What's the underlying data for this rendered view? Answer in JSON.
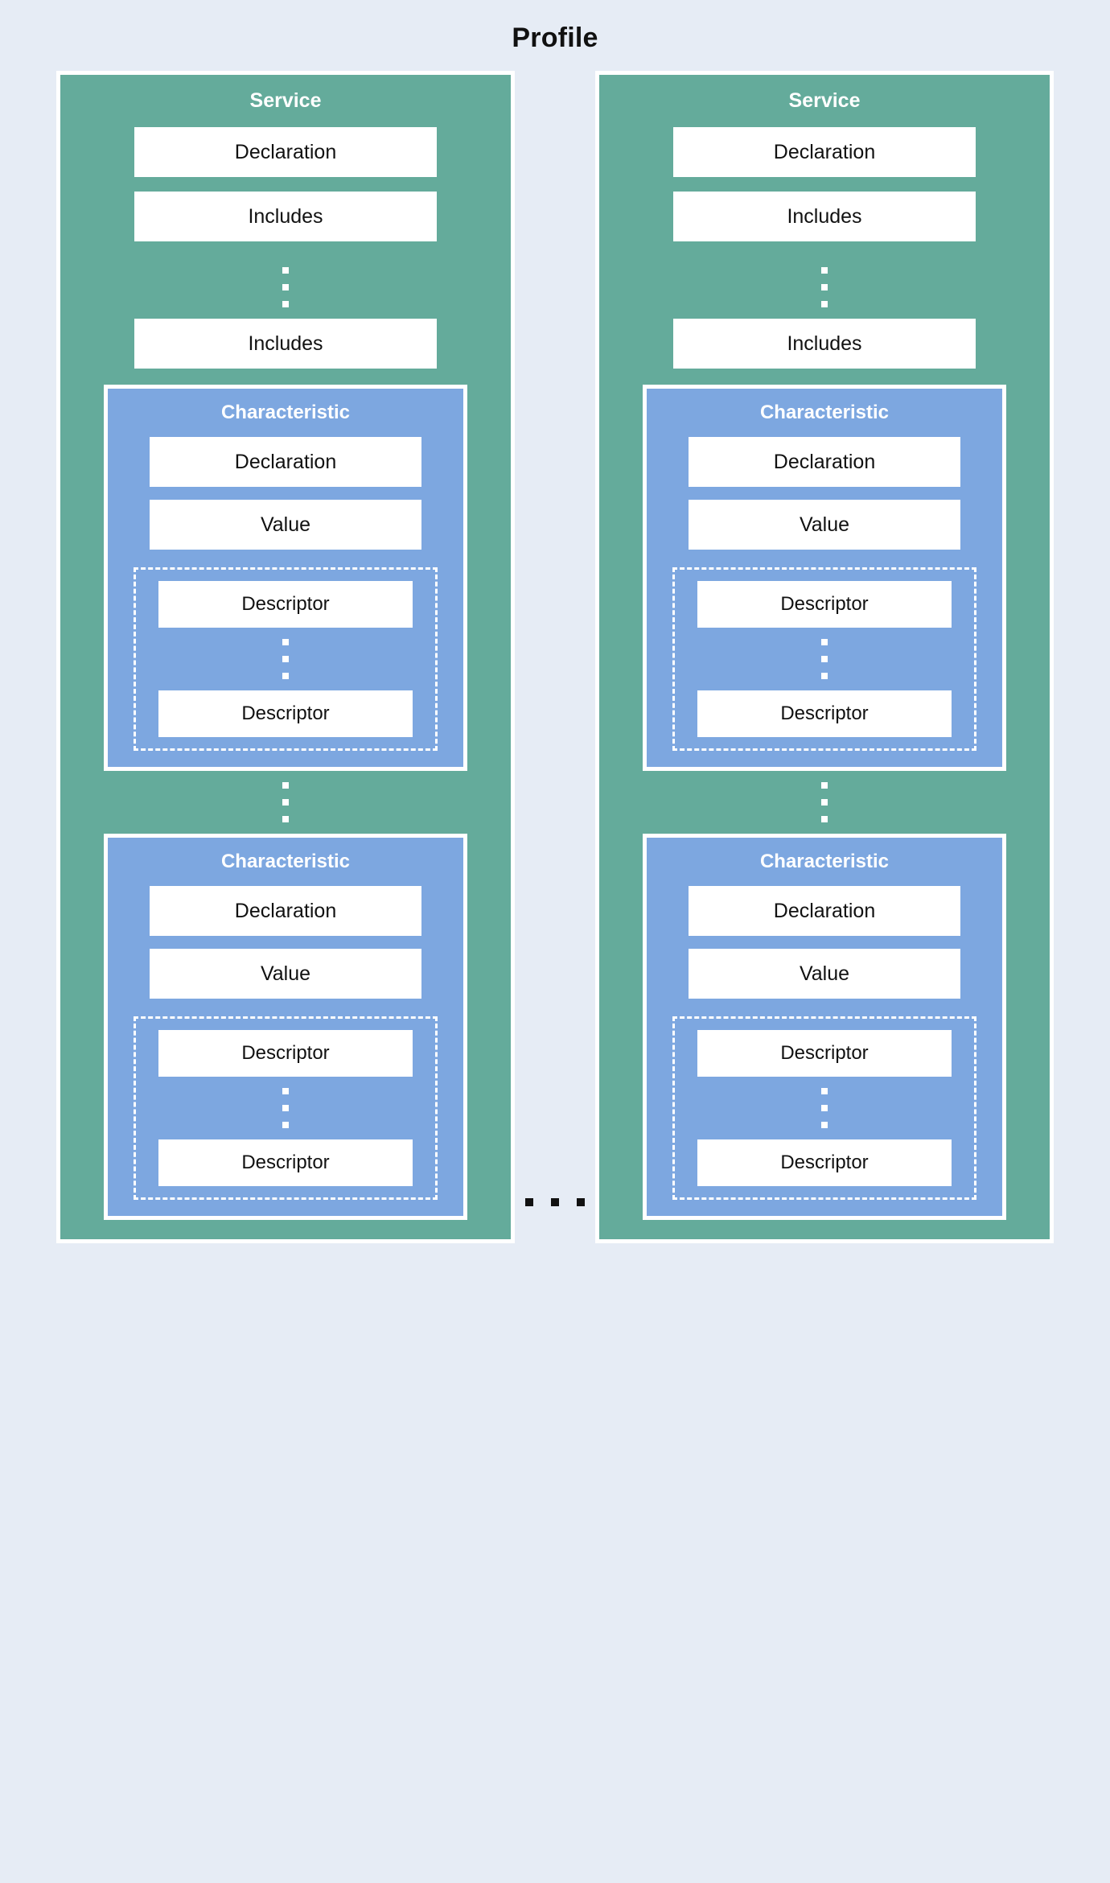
{
  "diagram": {
    "title": "Profile",
    "colors": {
      "background": "#e6ecf5",
      "service_fill": "#64ab9b",
      "characteristic_fill": "#7da7e0",
      "field_fill": "#ffffff",
      "border": "#ffffff",
      "text_dark": "#111111",
      "text_light": "#ffffff"
    },
    "ellipsis_horizontal": "...",
    "ellipsis_vertical": "⋮",
    "services": [
      {
        "title": "Service",
        "fields": [
          {
            "label": "Declaration"
          },
          {
            "label": "Includes"
          },
          {
            "label": "Includes"
          }
        ],
        "characteristics": [
          {
            "title": "Characteristic",
            "fields": [
              {
                "label": "Declaration"
              },
              {
                "label": "Value"
              }
            ],
            "descriptors": [
              {
                "label": "Descriptor"
              },
              {
                "label": "Descriptor"
              }
            ]
          },
          {
            "title": "Characteristic",
            "fields": [
              {
                "label": "Declaration"
              },
              {
                "label": "Value"
              }
            ],
            "descriptors": [
              {
                "label": "Descriptor"
              },
              {
                "label": "Descriptor"
              }
            ]
          }
        ]
      },
      {
        "title": "Service",
        "fields": [
          {
            "label": "Declaration"
          },
          {
            "label": "Includes"
          },
          {
            "label": "Includes"
          }
        ],
        "characteristics": [
          {
            "title": "Characteristic",
            "fields": [
              {
                "label": "Declaration"
              },
              {
                "label": "Value"
              }
            ],
            "descriptors": [
              {
                "label": "Descriptor"
              },
              {
                "label": "Descriptor"
              }
            ]
          },
          {
            "title": "Characteristic",
            "fields": [
              {
                "label": "Declaration"
              },
              {
                "label": "Value"
              }
            ],
            "descriptors": [
              {
                "label": "Descriptor"
              },
              {
                "label": "Descriptor"
              }
            ]
          }
        ]
      }
    ]
  }
}
